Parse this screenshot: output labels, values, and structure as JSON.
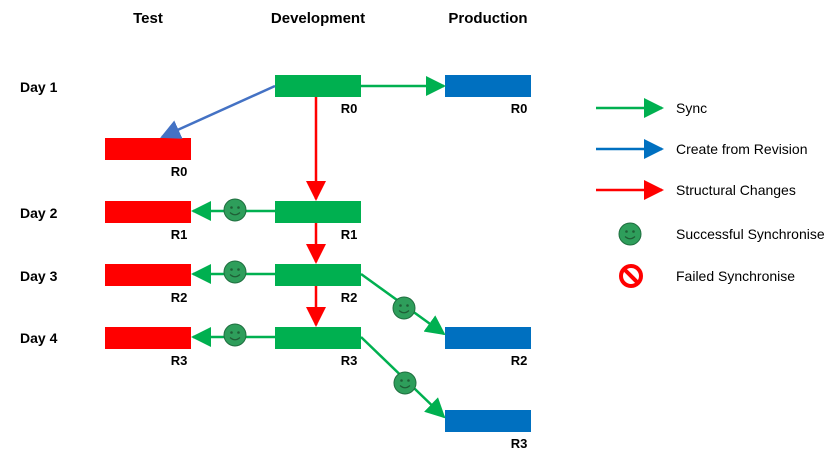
{
  "columns": {
    "test": "Test",
    "development": "Development",
    "production": "Production"
  },
  "days": [
    "Day 1",
    "Day 2",
    "Day 3",
    "Day 4"
  ],
  "revisions": {
    "dev": [
      "R0",
      "R1",
      "R2",
      "R3"
    ],
    "test": [
      "R0",
      "R1",
      "R2",
      "R3"
    ],
    "prod": [
      "R0",
      "R2",
      "R3"
    ]
  },
  "legend": {
    "sync": "Sync",
    "create_from_revision": "Create from Revision",
    "structural_changes": "Structural Changes",
    "successful_synchronise": "Successful Synchronise",
    "failed_synchronise": "Failed Synchronise"
  },
  "colors": {
    "test": "#ff0000",
    "development": "#00b050",
    "production": "#0070c0",
    "sync_arrow": "#00b050",
    "create_arrow": "#4472c4",
    "structural_arrow": "#ff0000",
    "smiley": "#2e9e5b",
    "failed": "#ff0000"
  }
}
